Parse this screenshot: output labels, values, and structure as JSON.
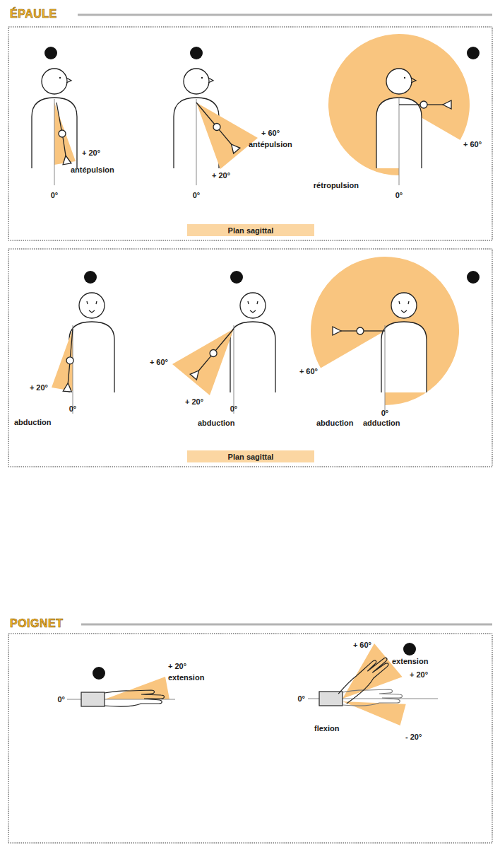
{
  "diagram": {
    "nodes": [
      {
        "text": [
          "Plan sagittal"
        ]
      },
      {
        "text": [
          "Plan sagittal"
        ]
      }
    ],
    "labels": [
      "ÉPAULE",
      "+ 20°",
      "antépulsion",
      "0°",
      "+ 60°",
      "antépulsion",
      "+ 20°",
      "0°",
      "rétropulsion",
      "+ 60°",
      "0°",
      "+ 20°",
      "0°",
      "abduction",
      "+ 60°",
      "+ 20°",
      "0°",
      "abduction",
      "+ 60°",
      "0°",
      "abduction",
      "adduction",
      "POIGNET",
      "+ 20°",
      "extension",
      "0°",
      "+ 60°",
      "extension",
      "+ 20°",
      "0°",
      "flexion",
      "- 20°"
    ]
  }
}
